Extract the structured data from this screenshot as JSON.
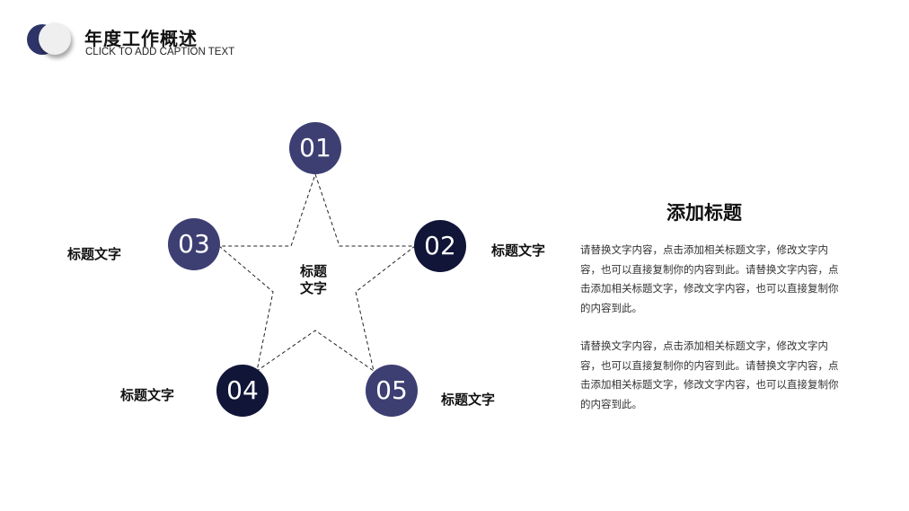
{
  "header": {
    "title": "年度工作概述",
    "caption": "CLICK TO ADD CAPTION TEXT"
  },
  "colors": {
    "primary": "#3d3f73",
    "dark": "#111537",
    "logo_light": "#efefef"
  },
  "diagram": {
    "center_label_line1": "标题",
    "center_label_line2": "文字",
    "nodes": [
      {
        "number": "01",
        "label": ""
      },
      {
        "number": "02",
        "label": "标题文字"
      },
      {
        "number": "03",
        "label": "标题文字"
      },
      {
        "number": "04",
        "label": "标题文字"
      },
      {
        "number": "05",
        "label": "标题文字"
      }
    ]
  },
  "content": {
    "heading": "添加标题",
    "paragraphs": [
      "请替换文字内容，点击添加相关标题文字，修改文字内容，也可以直接复制你的内容到此。请替换文字内容，点击添加相关标题文字，修改文字内容，也可以直接复制你的内容到此。",
      "请替换文字内容，点击添加相关标题文字，修改文字内容，也可以直接复制你的内容到此。请替换文字内容，点击添加相关标题文字，修改文字内容，也可以直接复制你的内容到此。"
    ]
  }
}
